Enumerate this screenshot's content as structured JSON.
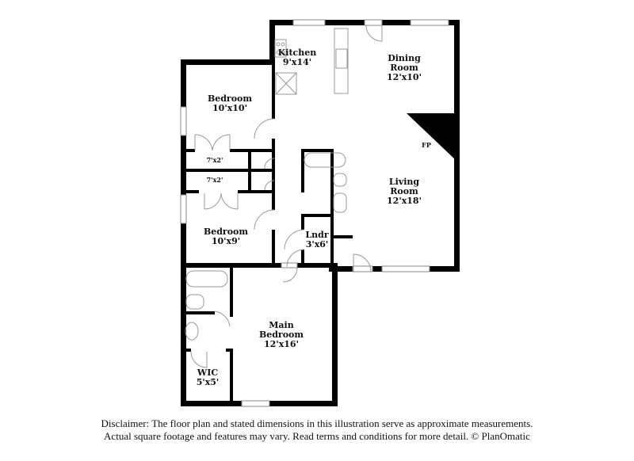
{
  "rooms": [
    {
      "id": "kitchen",
      "name": "Kitchen",
      "dims": "9'x14'"
    },
    {
      "id": "dining",
      "name": "Dining Room",
      "name_lines": [
        "Dining",
        "Room"
      ],
      "dims": "12'x10'"
    },
    {
      "id": "bedroom1",
      "name": "Bedroom",
      "dims": "10'x10'"
    },
    {
      "id": "closet1",
      "name": "",
      "dims": "7'x2'"
    },
    {
      "id": "closet2",
      "name": "",
      "dims": "7'x2'"
    },
    {
      "id": "living",
      "name": "Living Room",
      "name_lines": [
        "Living",
        "Room"
      ],
      "dims": "12'x18'"
    },
    {
      "id": "bedroom2",
      "name": "Bedroom",
      "dims": "10'x9'"
    },
    {
      "id": "laundry",
      "name": "Lndr",
      "dims": "3'x6'"
    },
    {
      "id": "main",
      "name": "Main Bedroom",
      "name_lines": [
        "Main",
        "Bedroom"
      ],
      "dims": "12'x16'"
    },
    {
      "id": "wic",
      "name": "WIC",
      "dims": "5'x5'"
    }
  ],
  "fireplace_label": "FP",
  "colors": {
    "wall": "#000000",
    "fixture": "#9a9a9a"
  },
  "disclaimer": {
    "line1": "Disclaimer: The floor plan and stated dimensions in this illustration serve as approximate measurements.",
    "line2": "Actual square footage and features may vary. Read terms and conditions for more detail. © PlanOmatic"
  }
}
